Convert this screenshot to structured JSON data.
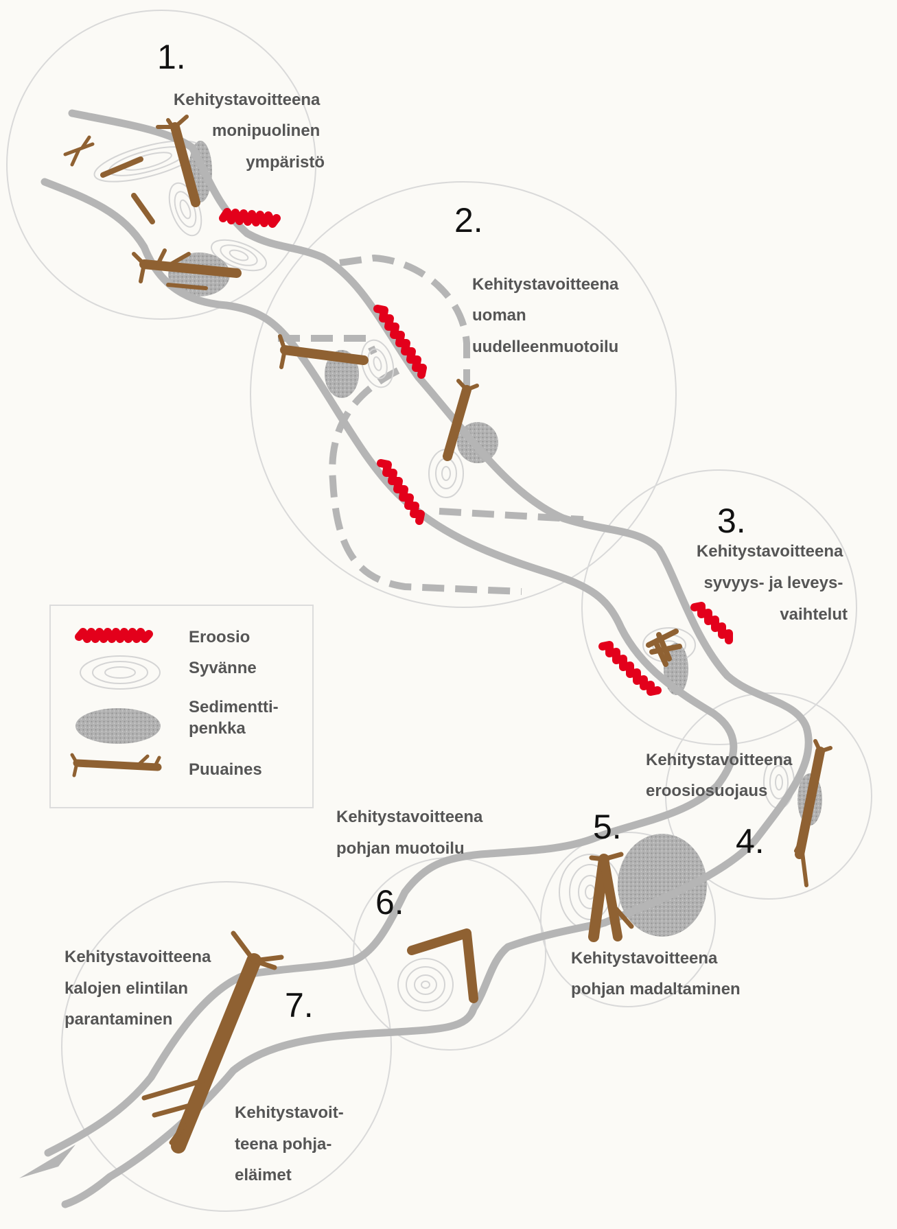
{
  "zones": [
    {
      "number": "1.",
      "goal_lines": [
        "Kehitystavoitteena",
        "monipuolinen",
        "ympäristö"
      ]
    },
    {
      "number": "2.",
      "goal_lines": [
        "Kehitystavoitteena",
        "uoman",
        "uudelleenmuotoilu"
      ]
    },
    {
      "number": "3.",
      "goal_lines": [
        "Kehitystavoitteena",
        "syvyys- ja leveys-",
        "vaihtelut"
      ]
    },
    {
      "number": "4.",
      "goal_lines": [
        "Kehitystavoitteena",
        "eroosiosuojaus"
      ]
    },
    {
      "number": "5.",
      "goal_lines": [
        "Kehitystavoitteena",
        "pohjan madaltaminen"
      ]
    },
    {
      "number": "6.",
      "goal_lines": [
        "Kehitystavoitteena",
        "pohjan muotoilu"
      ]
    },
    {
      "number": "7.",
      "goal_lines": [
        "Kehitystavoitteena",
        "kalojen elintilan",
        "parantaminen"
      ]
    }
  ],
  "extra_goal_lines": [
    "Kehitystavoit-",
    "teena pohja-",
    "eläimet"
  ],
  "legend": {
    "items": [
      {
        "symbol": "erosion",
        "label_lines": [
          "Eroosio"
        ]
      },
      {
        "symbol": "pool",
        "label_lines": [
          "Syvänne"
        ]
      },
      {
        "symbol": "sediment",
        "label_lines": [
          "Sedimentti-",
          "penkka"
        ]
      },
      {
        "symbol": "wood",
        "label_lines": [
          "Puuaines"
        ]
      }
    ]
  },
  "colors": {
    "erosion": "#e3001b",
    "wood": "#8f6132",
    "bank": "#b5b5b5",
    "sediment": "#a9a9a9",
    "zone_outline": "#d9d9d9"
  }
}
